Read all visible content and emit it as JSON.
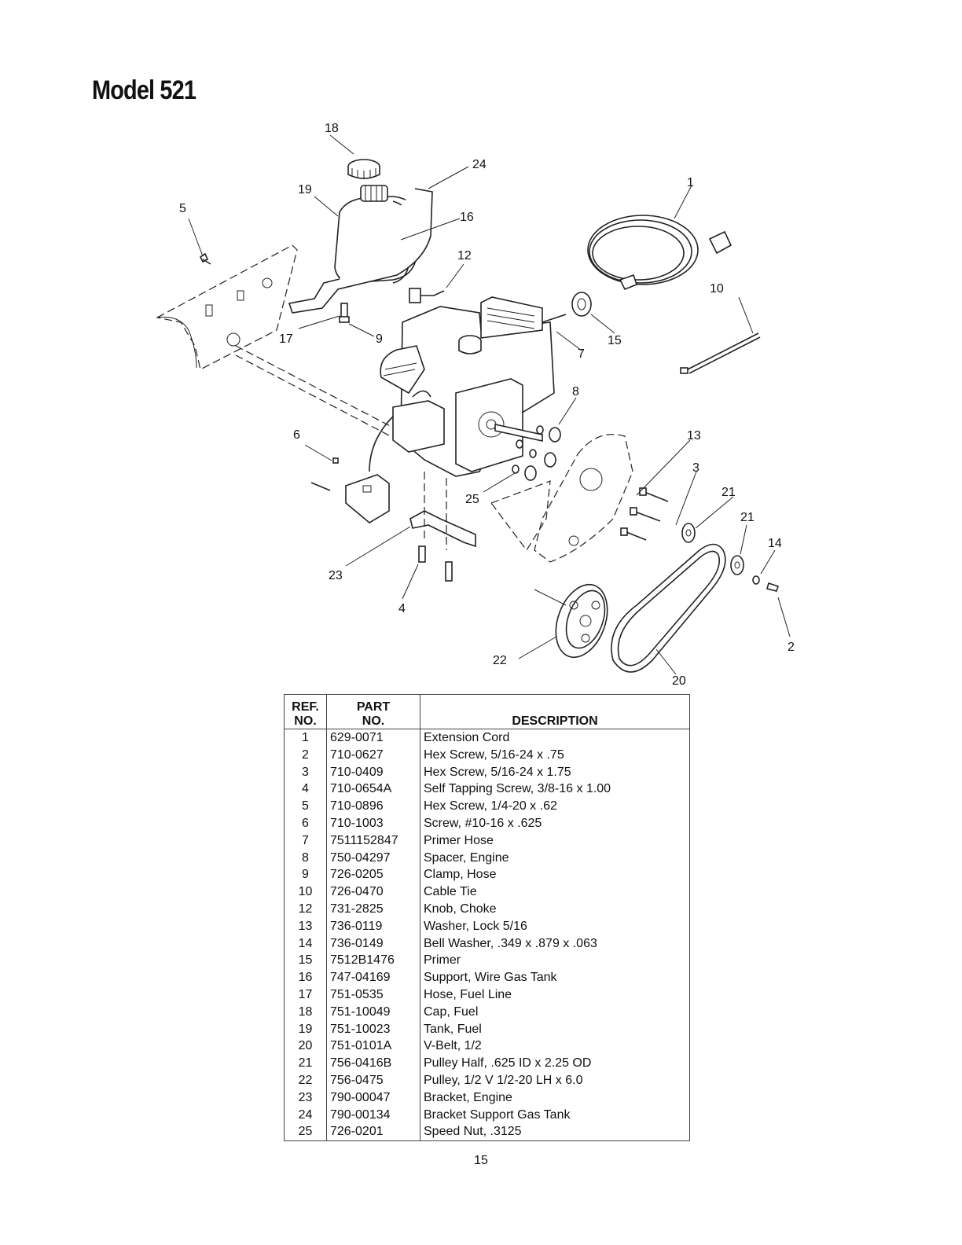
{
  "title": "Model 521",
  "callouts": {
    "c1": "1",
    "c2": "2",
    "c3": "3",
    "c4": "4",
    "c5": "5",
    "c6": "6",
    "c7": "7",
    "c8": "8",
    "c9": "9",
    "c10": "10",
    "c12": "12",
    "c13": "13",
    "c14": "14",
    "c15": "15",
    "c16": "16",
    "c17": "17",
    "c18": "18",
    "c19": "19",
    "c20": "20",
    "c21a": "21",
    "c21b": "21",
    "c22": "22",
    "c23": "23",
    "c24": "24",
    "c25": "25"
  },
  "table": {
    "header_ref_1": "REF.",
    "header_ref_2": "NO.",
    "header_part_1": "PART",
    "header_part_2": "NO.",
    "header_desc": "DESCRIPTION",
    "rows": [
      {
        "ref": "1",
        "part": "629-0071",
        "desc": "Extension Cord"
      },
      {
        "ref": "2",
        "part": "710-0627",
        "desc": "Hex Screw, 5/16-24 x .75"
      },
      {
        "ref": "3",
        "part": "710-0409",
        "desc": "Hex Screw, 5/16-24 x 1.75"
      },
      {
        "ref": "4",
        "part": "710-0654A",
        "desc": "Self Tapping Screw, 3/8-16 x 1.00"
      },
      {
        "ref": "5",
        "part": "710-0896",
        "desc": "Hex Screw, 1/4-20 x .62"
      },
      {
        "ref": "6",
        "part": "710-1003",
        "desc": "Screw, #10-16 x .625"
      },
      {
        "ref": "7",
        "part": "7511152847",
        "desc": "Primer Hose"
      },
      {
        "ref": "8",
        "part": "750-04297",
        "desc": "Spacer, Engine"
      },
      {
        "ref": "9",
        "part": "726-0205",
        "desc": "Clamp, Hose"
      },
      {
        "ref": "10",
        "part": "726-0470",
        "desc": "Cable Tie"
      },
      {
        "ref": "12",
        "part": "731-2825",
        "desc": "Knob, Choke"
      },
      {
        "ref": "13",
        "part": "736-0119",
        "desc": "Washer, Lock 5/16"
      },
      {
        "ref": "14",
        "part": "736-0149",
        "desc": "Bell Washer, .349 x .879 x .063"
      },
      {
        "ref": "15",
        "part": "7512B1476",
        "desc": "Primer"
      },
      {
        "ref": "16",
        "part": "747-04169",
        "desc": "Support, Wire Gas Tank"
      },
      {
        "ref": "17",
        "part": "751-0535",
        "desc": "Hose, Fuel Line"
      },
      {
        "ref": "18",
        "part": "751-10049",
        "desc": "Cap, Fuel"
      },
      {
        "ref": "19",
        "part": "751-10023",
        "desc": "Tank, Fuel"
      },
      {
        "ref": "20",
        "part": "751-0101A",
        "desc": "V-Belt, 1/2"
      },
      {
        "ref": "21",
        "part": "756-0416B",
        "desc": "Pulley Half, .625 ID x 2.25 OD"
      },
      {
        "ref": "22",
        "part": "756-0475",
        "desc": "Pulley, 1/2 V 1/2-20 LH x 6.0"
      },
      {
        "ref": "23",
        "part": "790-00047",
        "desc": "Bracket, Engine"
      },
      {
        "ref": "24",
        "part": "790-00134",
        "desc": "Bracket Support Gas Tank"
      },
      {
        "ref": "25",
        "part": "726-0201",
        "desc": "Speed Nut, .3125"
      }
    ]
  },
  "page_number": "15"
}
